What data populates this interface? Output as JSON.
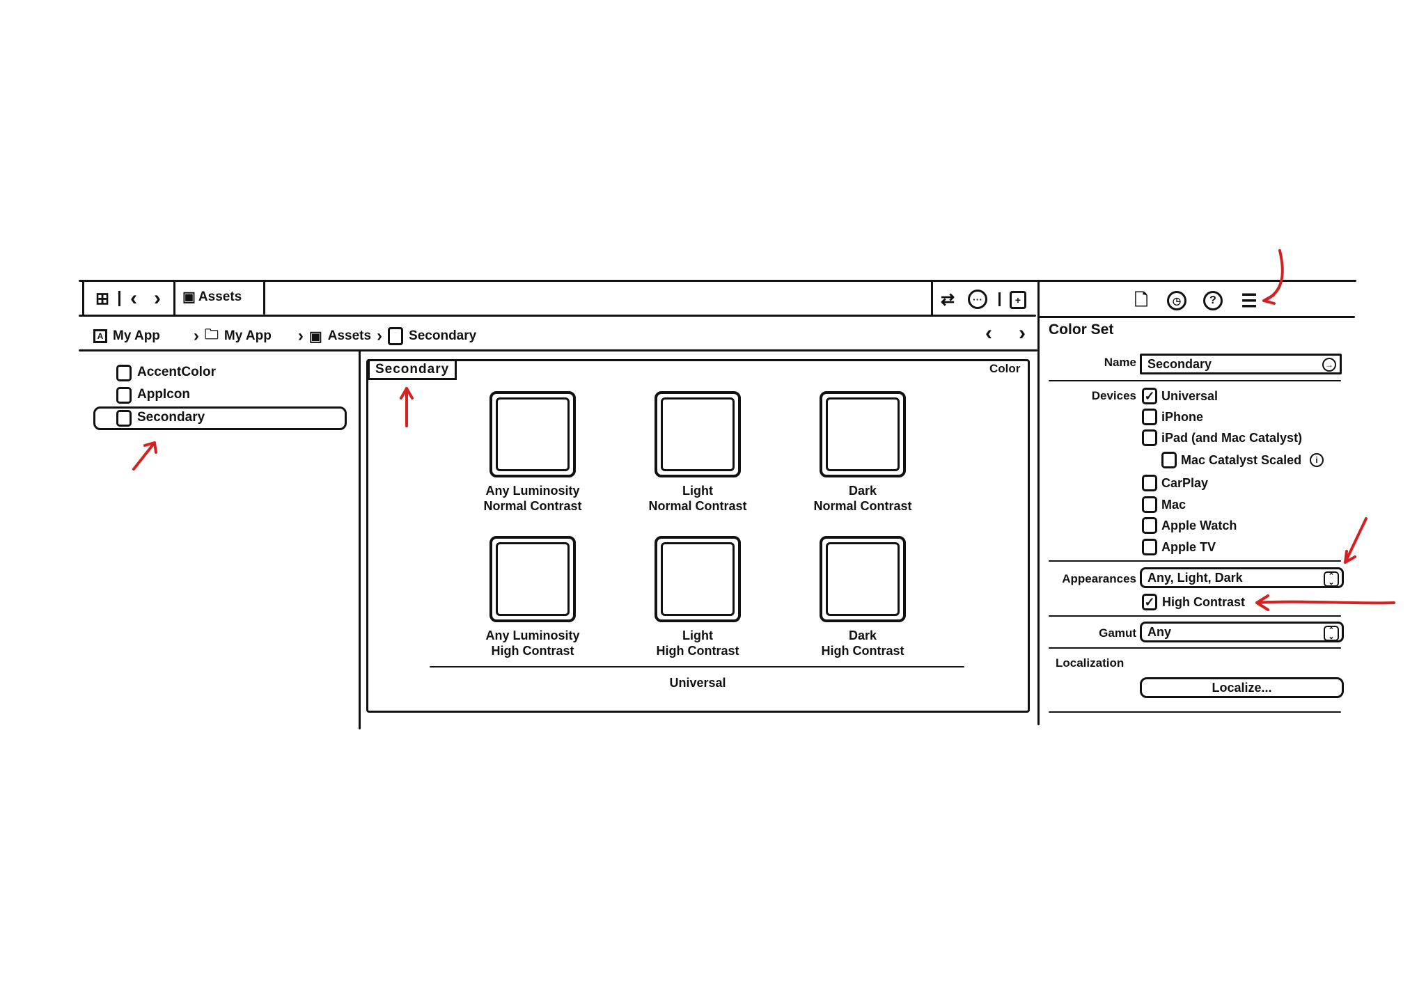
{
  "toolbar": {
    "tab_label": "Assets"
  },
  "breadcrumb": [
    "My App",
    "My App",
    "Assets",
    "Secondary"
  ],
  "navigator": {
    "items": [
      "AccentColor",
      "AppIcon",
      "Secondary"
    ],
    "selected": "Secondary"
  },
  "editor": {
    "title": "Secondary",
    "type_label": "Color",
    "swatches": [
      {
        "line1": "Any Luminosity",
        "line2": "Normal Contrast"
      },
      {
        "line1": "Light",
        "line2": "Normal Contrast"
      },
      {
        "line1": "Dark",
        "line2": "Normal Contrast"
      },
      {
        "line1": "Any Luminosity",
        "line2": "High Contrast"
      },
      {
        "line1": "Light",
        "line2": "High Contrast"
      },
      {
        "line1": "Dark",
        "line2": "High Contrast"
      }
    ],
    "group_label": "Universal"
  },
  "inspector": {
    "section_title": "Color Set",
    "name_label": "Name",
    "name_value": "Secondary",
    "devices_label": "Devices",
    "devices": [
      {
        "label": "Universal",
        "checked": true
      },
      {
        "label": "iPhone",
        "checked": false
      },
      {
        "label": "iPad (and Mac Catalyst)",
        "checked": false
      },
      {
        "label": "Mac Catalyst Scaled",
        "checked": false
      },
      {
        "label": "CarPlay",
        "checked": false
      },
      {
        "label": "Mac",
        "checked": false
      },
      {
        "label": "Apple Watch",
        "checked": false
      },
      {
        "label": "Apple TV",
        "checked": false
      }
    ],
    "appearances_label": "Appearances",
    "appearances_value": "Any, Light, Dark",
    "high_contrast_label": "High Contrast",
    "high_contrast_checked": true,
    "gamut_label": "Gamut",
    "gamut_value": "Any",
    "localization_label": "Localization",
    "localize_button": "Localize..."
  },
  "annotation_color": "#d42020"
}
